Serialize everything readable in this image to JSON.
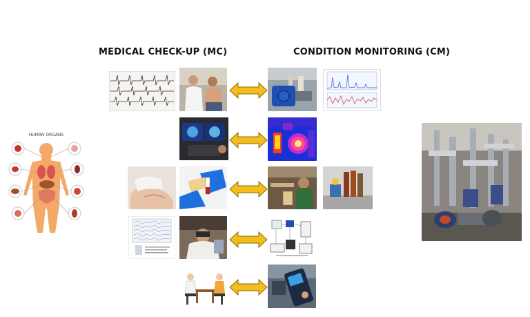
{
  "headings": {
    "mc": "MEDICAL CHECK-UP (MC)",
    "cm": "CONDITION MONITORING (CM)"
  },
  "left_panel": {
    "title": "HUMAN ORGANS"
  },
  "colors": {
    "arrow_fill": "#f2bd1d",
    "arrow_stroke": "#8a6d00",
    "heading_text": "#111111",
    "human_body": "#f4a86a",
    "thermal_hot": "#ff3b1f",
    "thermal_cold": "#1b2fd6"
  },
  "rows": [
    {
      "mc": [
        "ecg-chart-image",
        "doctor-patient-photo"
      ],
      "cm": [
        "motor-vibration-photo",
        "spectrum-chart-image"
      ]
    },
    {
      "mc": [
        "mri-scan-monitors-photo"
      ],
      "cm": [
        "thermal-image"
      ]
    },
    {
      "mc": [
        "hand-examination-photo",
        "blood-test-photo"
      ],
      "cm": [
        "oil-sampling-photo",
        "oil-analysis-lab-photo"
      ]
    },
    {
      "mc": [
        "eeg-report-image",
        "eye-exam-photo"
      ],
      "cm": [
        "sensor-diagram-image"
      ]
    },
    {
      "mc": [
        "consultation-illustration"
      ],
      "cm": [
        "handheld-analyzer-photo"
      ]
    }
  ],
  "right_panel": {
    "image": "industrial-pump-plant-photo"
  }
}
